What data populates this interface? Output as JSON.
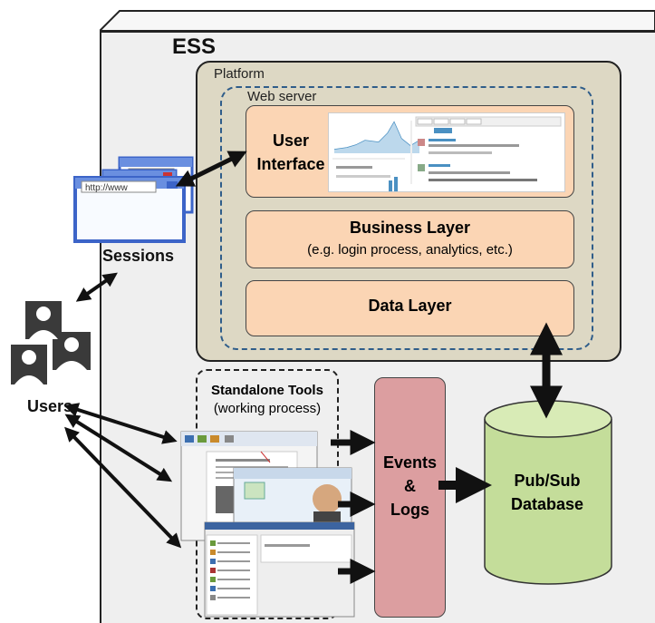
{
  "ess": {
    "title": "ESS"
  },
  "platform": {
    "label": "Platform"
  },
  "web_server": {
    "label": "Web server"
  },
  "layers": {
    "ui": {
      "line1": "User",
      "line2": "Interface"
    },
    "business": {
      "title": "Business Layer",
      "subtitle": "(e.g. login process, analytics, etc.)"
    },
    "data": {
      "title": "Data Layer"
    }
  },
  "standalone": {
    "title": "Standalone Tools",
    "subtitle": "(working process)"
  },
  "events": {
    "line1": "Events",
    "line2": "&",
    "line3": "Logs"
  },
  "database": {
    "line1": "Pub/Sub",
    "line2": "Database"
  },
  "sessions": {
    "label": "Sessions",
    "url_text": "http://www"
  },
  "users": {
    "label": "Users"
  },
  "colors": {
    "platform_fill": "#ddd8c4",
    "layer_fill": "#fbd5b4",
    "events_fill": "#dc9ea0",
    "db_fill": "#c4dd9a",
    "web_server_border": "#2f5d8a",
    "ess_fill": "#efefef"
  },
  "icons": [
    "browser-window-icon",
    "user-silhouette-icon",
    "screenshot-thumbnail",
    "double-arrow-icon"
  ]
}
